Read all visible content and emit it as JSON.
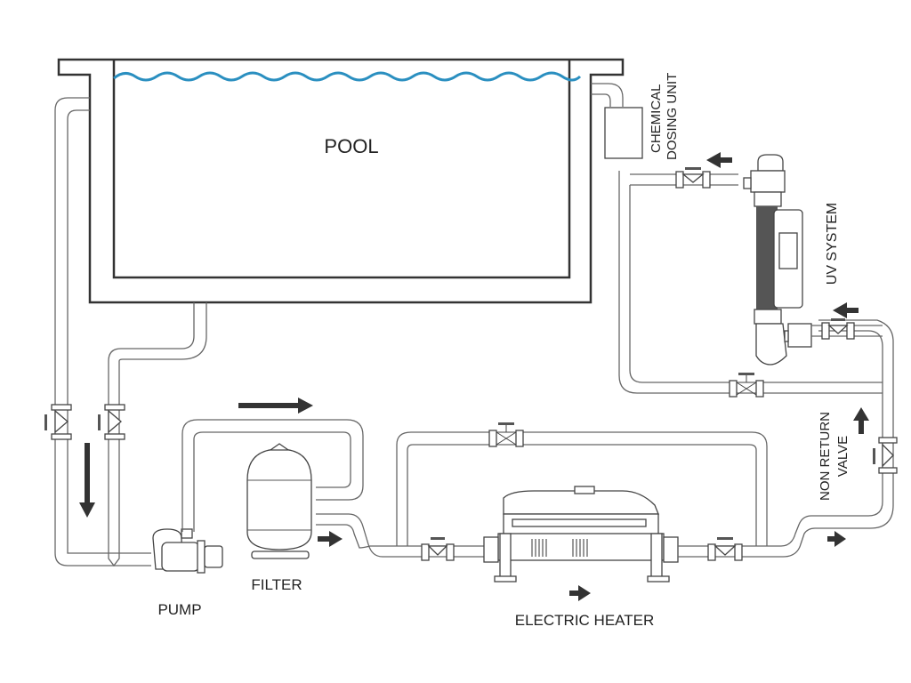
{
  "diagram": {
    "type": "pool-circulation-schematic",
    "water_color": "#2a8fc0",
    "labels": {
      "pool": "POOL",
      "chemical_dosing_line1": "CHEMICAL",
      "chemical_dosing_line2": "DOSING UNIT",
      "uv_system": "UV SYSTEM",
      "non_return_line1": "NON RETURN",
      "non_return_line2": "VALVE",
      "pump": "PUMP",
      "filter": "FILTER",
      "electric_heater": "ELECTRIC HEATER"
    },
    "components": [
      "Pool",
      "Pump",
      "Filter",
      "Electric Heater",
      "Non Return Valve",
      "UV System",
      "Chemical Dosing Unit"
    ],
    "flow_direction": [
      "Pool",
      "Pump",
      "Filter",
      "Electric Heater",
      "Non Return Valve",
      "UV System",
      "Chemical Dosing Unit",
      "Pool"
    ]
  }
}
